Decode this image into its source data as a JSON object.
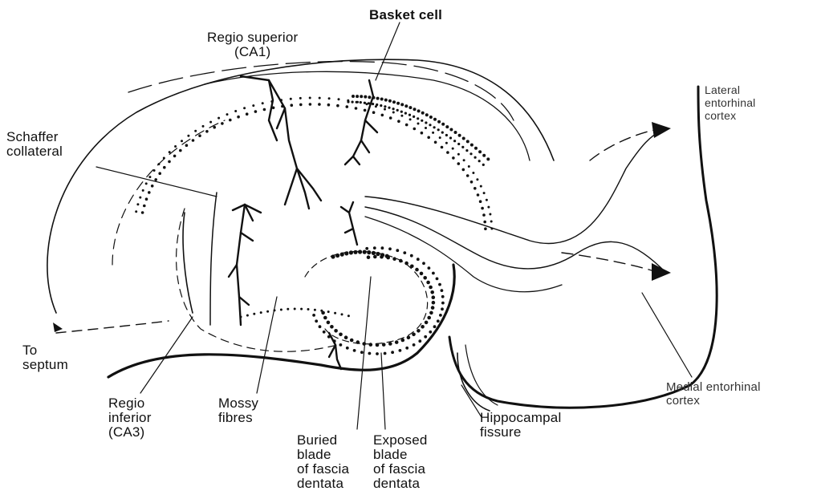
{
  "labels": {
    "basket_cell": "Basket cell",
    "regio_superior": "Regio superior\n(CA1)",
    "lateral_entorhinal": "Lateral\nentorhinal\ncortex",
    "schaffer_collateral": "Schaffer\ncollateral",
    "to_septum": "To\nseptum",
    "regio_inferior": "Regio\ninferior\n(CA3)",
    "mossy_fibres": "Mossy\nfibres",
    "buried_blade": "Buried\nblade\nof fascia\ndentata",
    "exposed_blade": "Exposed\nblade\nof fascia\ndentata",
    "hippocampal_fissure": "Hippocampal\nfissure",
    "medial_entorhinal": "Medial entorhinal\ncortex"
  },
  "colors": {
    "ink": "#111111",
    "paper": "#ffffff"
  }
}
